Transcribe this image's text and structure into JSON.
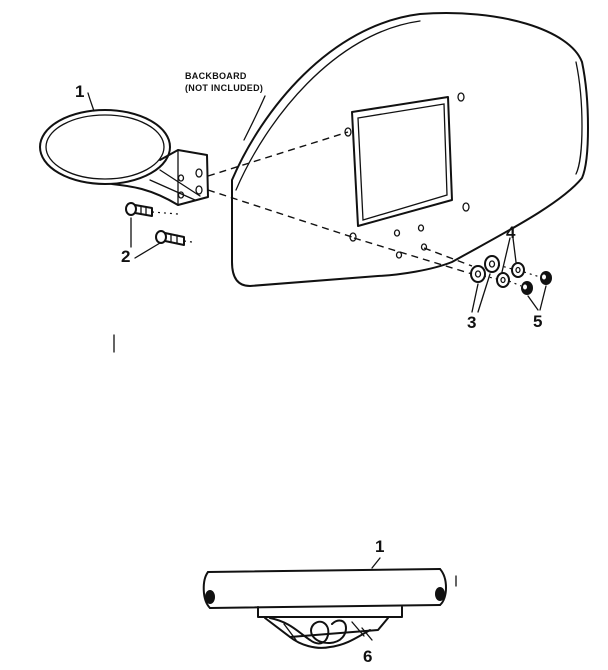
{
  "callouts": {
    "backboard_line1": "BACKBOARD",
    "backboard_line2": "(NOT INCLUDED)",
    "rim_upper": "1",
    "bolts": "2",
    "washers": "3",
    "lockwashers": "4",
    "nuts": "5",
    "rim_lower": "1",
    "net_hook": "6"
  },
  "colors": {
    "ink": "#111111",
    "paper": "#ffffff"
  }
}
